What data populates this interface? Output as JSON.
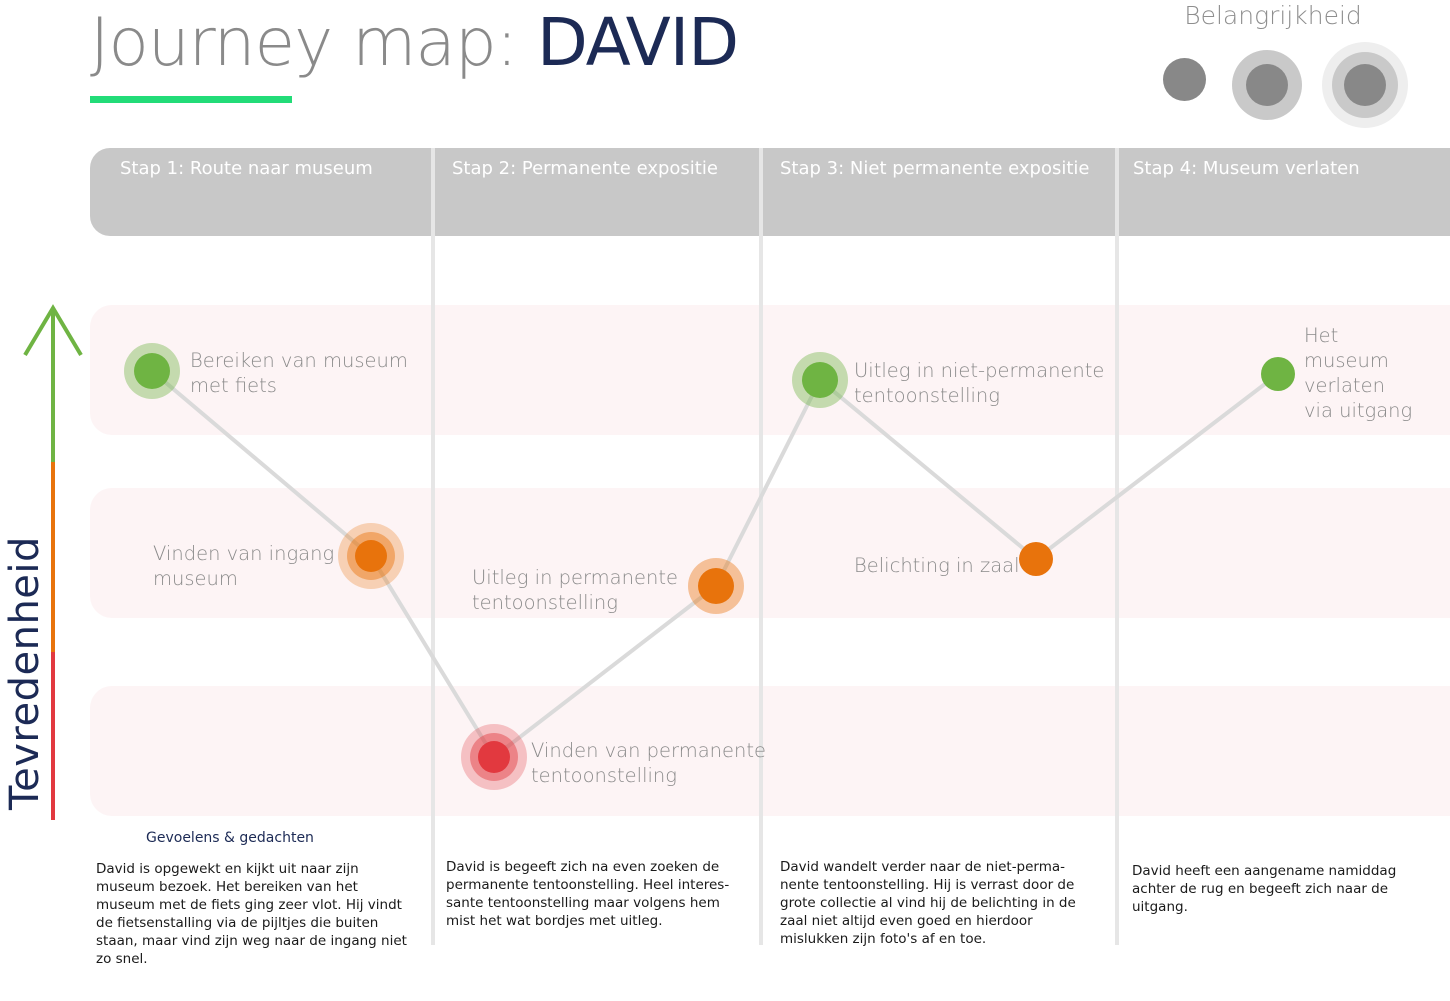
{
  "title": {
    "prefix": "Journey map: ",
    "name": "DAVID"
  },
  "legend": {
    "title": "Belangrijkheid",
    "levels": [
      "low",
      "medium",
      "high"
    ]
  },
  "steps": [
    "Stap 1: Route naar museum",
    "Stap 2: Permanente  expositie",
    "Stap 3: Niet permanente expositie",
    "Stap 4: Museum verlaten"
  ],
  "axis_label": "Tevredenheid",
  "colors": {
    "accent_underline": "#22dc78",
    "title_name": "#1c2a55",
    "satisfied": "#6fb443",
    "neutral": "#e8730c",
    "unsatisfied": "#e2393f",
    "line": "#dadada"
  },
  "journey_points": [
    {
      "label": "Bereiken van museum met fiets",
      "lines": [
        "Bereiken van museum",
        "met fiets"
      ],
      "satisfaction": "high",
      "importance": "medium",
      "step": 1
    },
    {
      "label": "Vinden van ingang museum",
      "lines": [
        "Vinden van ingang",
        "museum"
      ],
      "satisfaction": "medium",
      "importance": "high",
      "step": 1
    },
    {
      "label": "Vinden van permanente tentoonstelling",
      "lines": [
        "Vinden van permanente",
        "tentoonstelling"
      ],
      "satisfaction": "low",
      "importance": "high",
      "step": 2
    },
    {
      "label": "Uitleg in permanente tentoonstelling",
      "lines": [
        "Uitleg in permanente",
        "tentoonstelling"
      ],
      "satisfaction": "medium",
      "importance": "medium",
      "step": 2
    },
    {
      "label": "Uitleg in niet-permanente tentoonstelling",
      "lines": [
        "Uitleg in niet-permanente",
        "tentoonstelling"
      ],
      "satisfaction": "high",
      "importance": "medium",
      "step": 3
    },
    {
      "label": "Belichting in zaal",
      "lines": [
        "Belichting in zaal"
      ],
      "satisfaction": "medium",
      "importance": "low",
      "step": 3
    },
    {
      "label": "Het museum verlaten via uitgang",
      "lines": [
        "Het",
        "museum",
        "verlaten",
        "via uitgang"
      ],
      "satisfaction": "high",
      "importance": "low",
      "step": 4
    }
  ],
  "feelings_heading": "Gevoelens & gedachten",
  "descriptions": [
    [
      "David is opgewekt en kijkt uit naar zijn",
      "museum bezoek. Het bereiken van het",
      "museum met de fiets ging zeer vlot. Hij vindt",
      "de fietsenstalling via de pijltjes die buiten",
      "staan, maar vind zijn weg naar de ingang niet",
      "zo snel."
    ],
    [
      "David is begeeft zich na even zoeken de",
      "permanente tentoonstelling. Heel interes-",
      "sante tentoonstelling maar volgens hem",
      "mist het wat bordjes met uitleg."
    ],
    [
      "David wandelt verder naar de niet-perma-",
      "nente tentoonstelling. Hij is verrast door de",
      "grote collectie al vind hij de belichting in de",
      "zaal niet altijd even goed en hierdoor",
      "mislukken zijn foto's af en toe."
    ],
    [
      "David heeft een aangename namiddag",
      "achter de rug en begeeft zich naar de",
      "uitgang."
    ]
  ]
}
